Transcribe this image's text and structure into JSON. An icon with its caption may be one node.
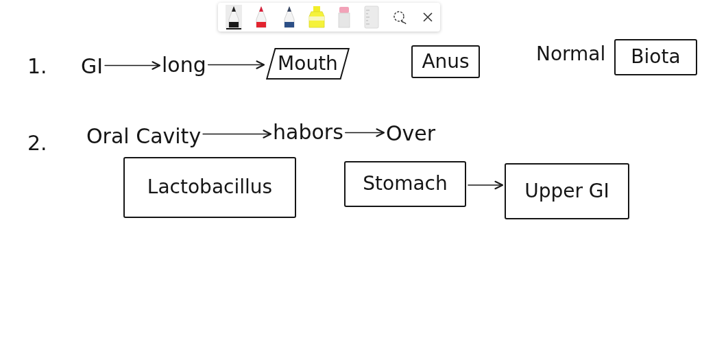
{
  "diagram": {
    "nodes": [
      {
        "text": [
          "GI"
        ]
      },
      {
        "text": [
          "long"
        ]
      },
      {
        "text": [
          "Mouth"
        ]
      },
      {
        "text": [
          "Anus"
        ]
      },
      {
        "text": [
          "Biota"
        ]
      },
      {
        "text": [
          "Oral Cavity"
        ]
      },
      {
        "text": [
          "habors"
        ]
      },
      {
        "text": [
          "Over"
        ]
      },
      {
        "text": [
          "Lactobacillus"
        ]
      },
      {
        "text": [
          "Stomach"
        ]
      },
      {
        "text": [
          "Upper GI"
        ]
      }
    ],
    "edges": [
      {
        "from": 0,
        "to": 1,
        "arrow": "to"
      },
      {
        "from": 1,
        "to": 2,
        "arrow": "to"
      },
      {
        "from": 5,
        "to": 6,
        "arrow": "to"
      },
      {
        "from": 6,
        "to": 7,
        "arrow": "to"
      },
      {
        "from": 9,
        "to": 10,
        "arrow": "to"
      }
    ],
    "labels": [
      "1.",
      "Normal",
      "2."
    ]
  }
}
